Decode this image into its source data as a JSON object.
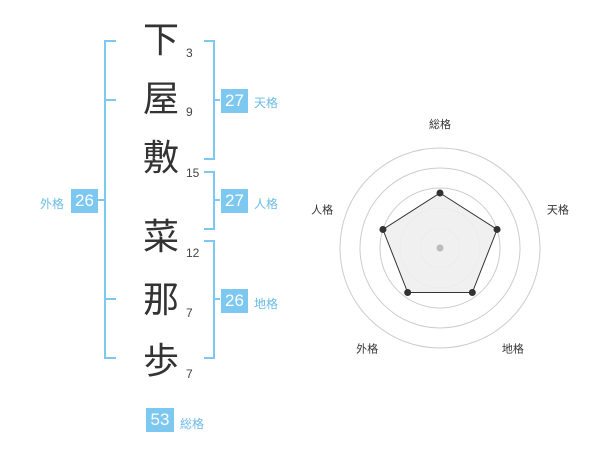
{
  "name": {
    "surname": [
      {
        "char": "下",
        "strokes": "3"
      },
      {
        "char": "屋",
        "strokes": "9"
      },
      {
        "char": "敷",
        "strokes": "15"
      }
    ],
    "given": [
      {
        "char": "菜",
        "strokes": "12"
      },
      {
        "char": "那",
        "strokes": "7"
      },
      {
        "char": "歩",
        "strokes": "7"
      }
    ]
  },
  "kakusu": {
    "tenkaku": {
      "value": "27",
      "label": "天格"
    },
    "jinkaku": {
      "value": "27",
      "label": "人格"
    },
    "chikaku": {
      "value": "26",
      "label": "地格"
    },
    "gaikaku": {
      "value": "26",
      "label": "外格"
    },
    "soukaku": {
      "value": "53",
      "label": "総格"
    }
  },
  "radar": {
    "axes": [
      "総格",
      "天格",
      "地格",
      "外格",
      "人格"
    ],
    "scores": [
      0.55,
      0.6,
      0.55,
      0.55,
      0.6
    ],
    "line_color": "#333333",
    "fill_color": "#eeeeee",
    "ring_color": "#cccccc"
  },
  "colors": {
    "bracket": "#7cc8f0",
    "box": "#7cc8f0",
    "tag": "#6bbbe6"
  }
}
